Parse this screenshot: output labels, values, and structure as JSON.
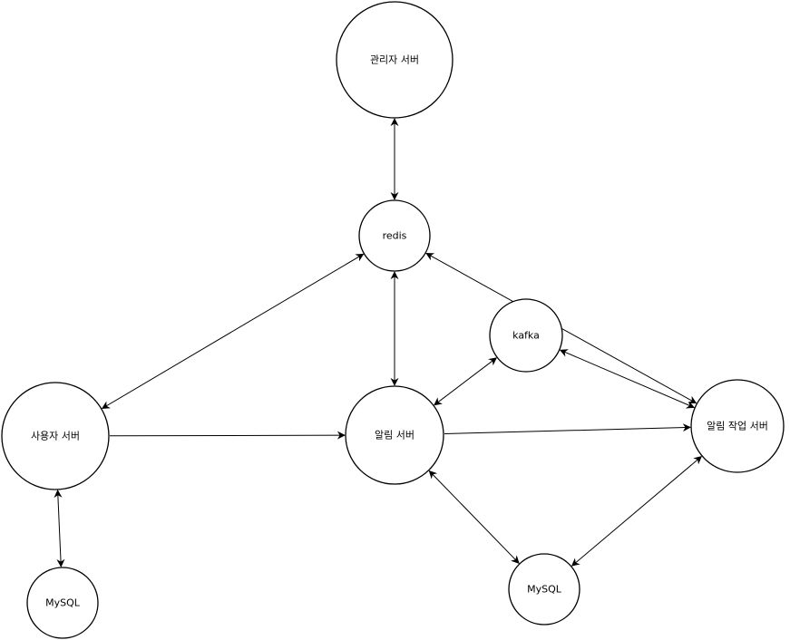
{
  "diagram": {
    "nodes": [
      {
        "id": "admin",
        "label": "관리자 서버"
      },
      {
        "id": "redis",
        "label": "redis"
      },
      {
        "id": "kafka",
        "label": "kafka"
      },
      {
        "id": "user",
        "label": "사용자 서버"
      },
      {
        "id": "notify",
        "label": "알림 서버"
      },
      {
        "id": "worker",
        "label": "알림 작업 서버"
      },
      {
        "id": "mysql_user",
        "label": "MySQL"
      },
      {
        "id": "mysql_notify",
        "label": "MySQL"
      }
    ],
    "edges": [
      {
        "from": "admin",
        "to": "redis",
        "direction": "both"
      },
      {
        "from": "redis",
        "to": "user",
        "direction": "both"
      },
      {
        "from": "redis",
        "to": "notify",
        "direction": "both"
      },
      {
        "from": "redis",
        "to": "worker",
        "direction": "both"
      },
      {
        "from": "kafka",
        "to": "notify",
        "direction": "both"
      },
      {
        "from": "kafka",
        "to": "worker",
        "direction": "both"
      },
      {
        "from": "user",
        "to": "notify",
        "direction": "forward"
      },
      {
        "from": "notify",
        "to": "worker",
        "direction": "forward"
      },
      {
        "from": "user",
        "to": "mysql_user",
        "direction": "both"
      },
      {
        "from": "notify",
        "to": "mysql_notify",
        "direction": "both"
      },
      {
        "from": "worker",
        "to": "mysql_notify",
        "direction": "both"
      }
    ]
  }
}
